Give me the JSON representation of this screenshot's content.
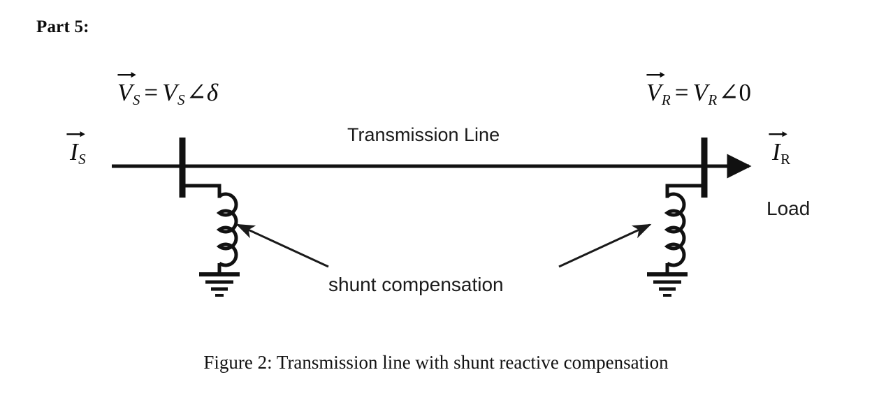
{
  "document": {
    "part_heading": "Part 5:",
    "caption": "Figure 2: Transmission line with shunt reactive compensation"
  },
  "figure": {
    "title_label": "Transmission Line",
    "annotation_label": "shunt compensation",
    "load_label": "Load",
    "sending_end": {
      "voltage_equation": {
        "vector_symbol": "V",
        "vector_subscript": "S",
        "equals": "=",
        "magnitude_symbol": "V",
        "magnitude_subscript": "S",
        "angle_symbol": "∠",
        "angle_value": "δ",
        "plain_text": "V⃗S = VS∠δ"
      },
      "current_label": {
        "symbol": "I",
        "subscript": "S",
        "plain_text": "I⃗S"
      }
    },
    "receiving_end": {
      "voltage_equation": {
        "vector_symbol": "V",
        "vector_subscript": "R",
        "equals": "=",
        "magnitude_symbol": "V",
        "magnitude_subscript": "R",
        "angle_symbol": "∠",
        "angle_value": "0",
        "plain_text": "V⃗R = VR∠0"
      },
      "current_label": {
        "symbol": "I",
        "subscript": "R",
        "plain_text": "I⃗R"
      }
    },
    "components": [
      {
        "name": "sending-bus-bar",
        "type": "bus"
      },
      {
        "name": "receiving-bus-bar",
        "type": "bus"
      },
      {
        "name": "transmission-line",
        "type": "line"
      },
      {
        "name": "sending-shunt-inductor",
        "type": "inductor"
      },
      {
        "name": "receiving-shunt-inductor",
        "type": "inductor"
      },
      {
        "name": "sending-ground",
        "type": "ground"
      },
      {
        "name": "receiving-ground",
        "type": "ground"
      },
      {
        "name": "current-direction-arrow",
        "type": "arrow"
      },
      {
        "name": "annotation-arrow-left",
        "type": "arrow"
      },
      {
        "name": "annotation-arrow-right",
        "type": "arrow"
      }
    ],
    "colors": {
      "ink": "#111111",
      "background": "#ffffff",
      "label_ink": "#1a1a1a"
    }
  }
}
